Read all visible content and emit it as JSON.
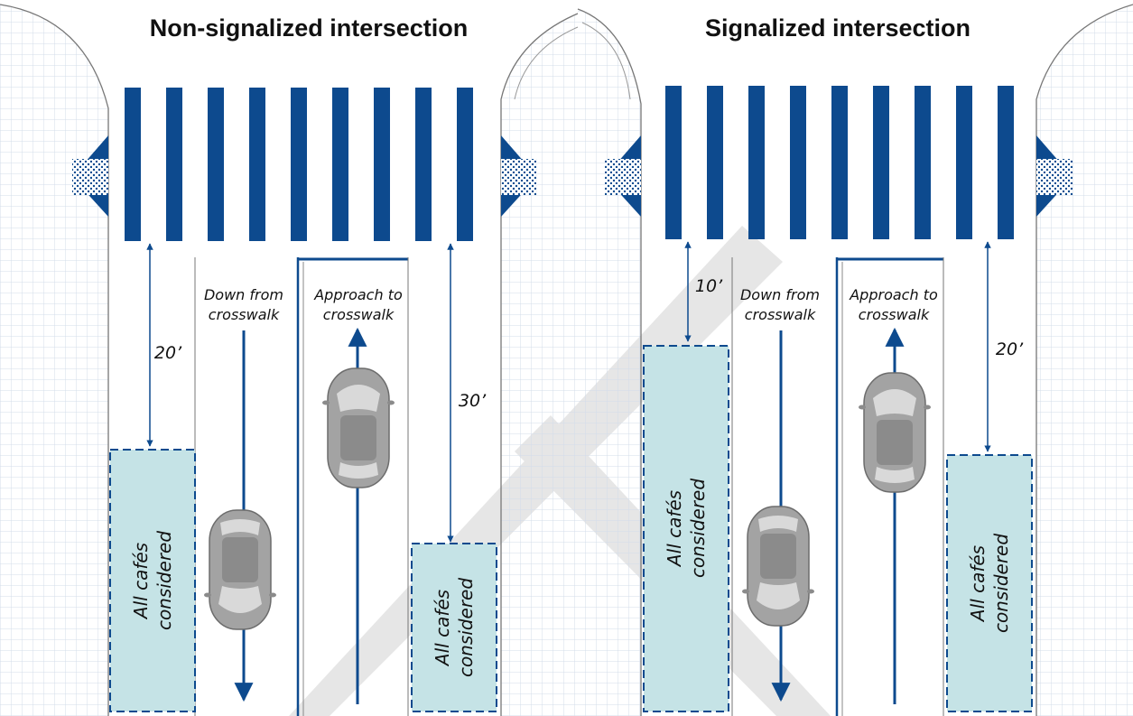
{
  "panels": [
    {
      "title": "Non-signalized intersection",
      "lane_down_label": [
        "Down from",
        "crosswalk"
      ],
      "lane_up_label": [
        "Approach to",
        "crosswalk"
      ],
      "left_distance": "20’",
      "right_distance": "30’",
      "left_cafe": [
        "All cafés",
        "considered"
      ],
      "right_cafe": [
        "All cafés",
        "considered"
      ]
    },
    {
      "title": "Signalized intersection",
      "lane_down_label": [
        "Down from",
        "crosswalk"
      ],
      "lane_up_label": [
        "Approach to",
        "crosswalk"
      ],
      "left_distance": "10’",
      "right_distance": "20’",
      "left_cafe": [
        "All cafés",
        "considered"
      ],
      "right_cafe": [
        "All cafés",
        "considered"
      ]
    }
  ],
  "colors": {
    "crosswalk": "#0d4a8e",
    "cafe_fill": "#c5e3e6",
    "cafe_border": "#0d4a8e",
    "grid": "#d3dcea",
    "arrow": "#0d4a8e",
    "car_body": "#9c9c9c",
    "watermark": "#e6e6e6"
  }
}
